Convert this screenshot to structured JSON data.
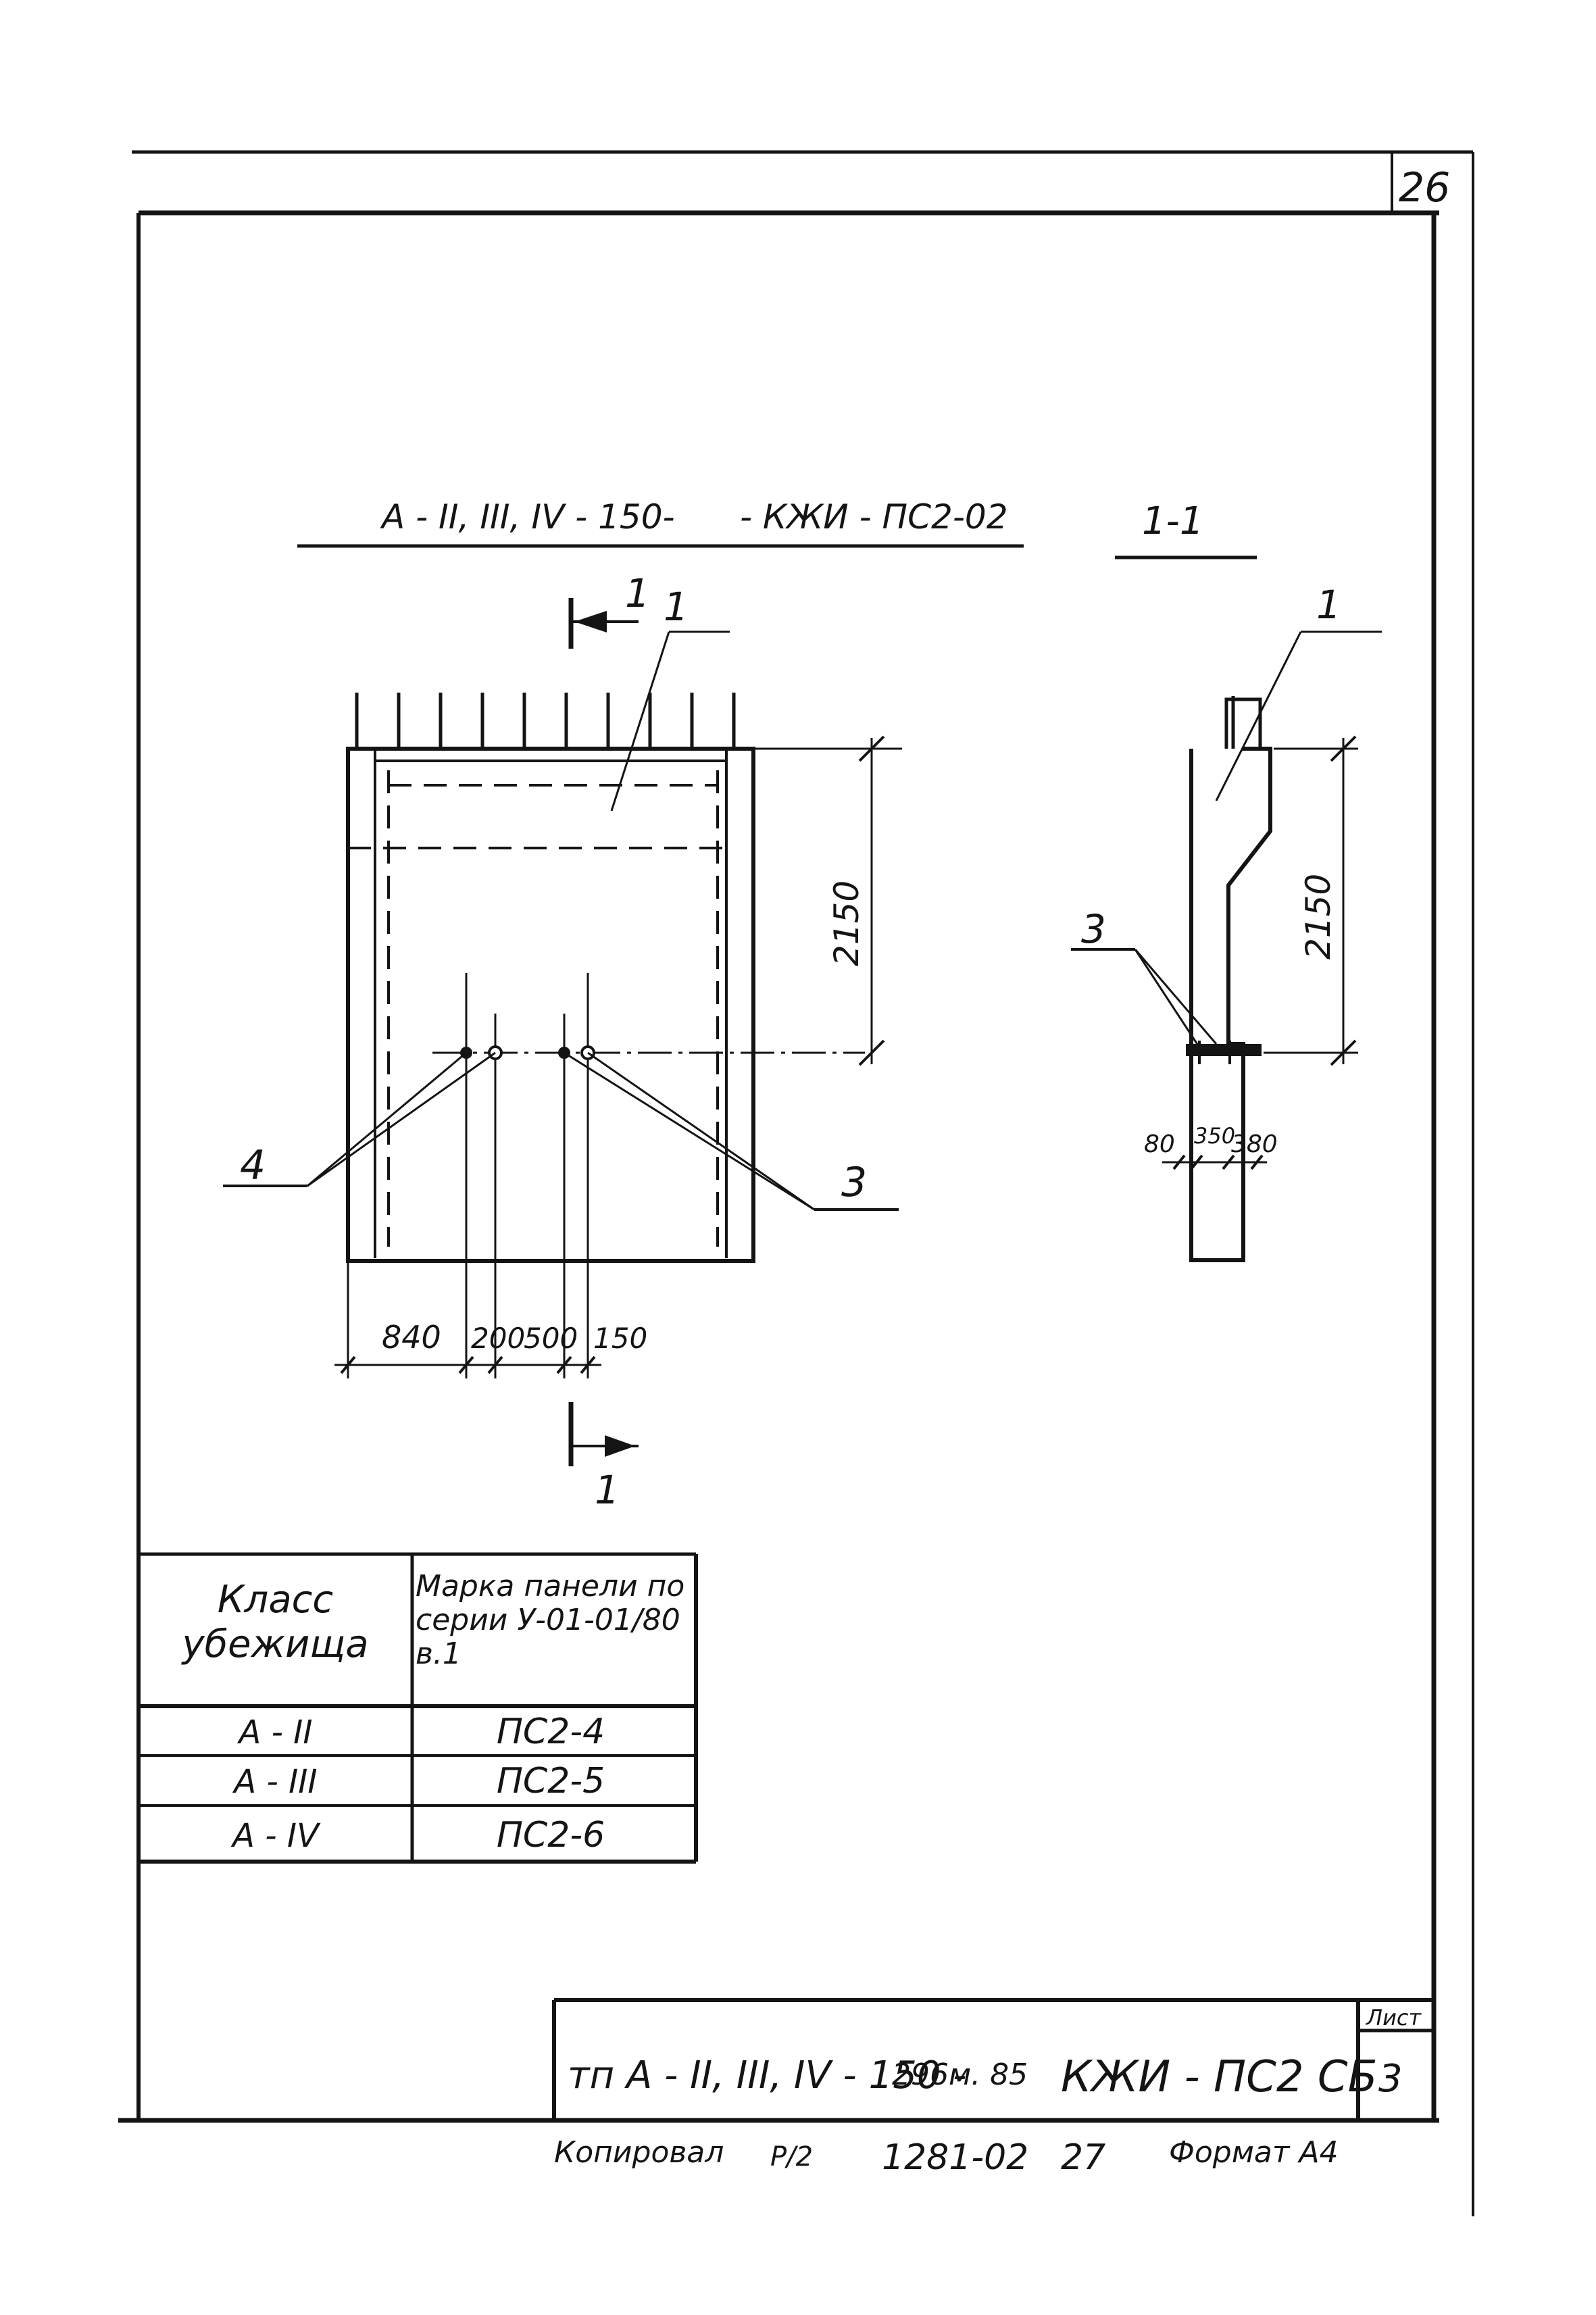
{
  "sheet": {
    "corner_number": "26",
    "sheet_label": "Лист",
    "sheet_number": "3"
  },
  "drawing": {
    "title_left": "А - II, III, IV - 150-",
    "title_right": "- КЖИ - ПС2-02",
    "section_title": "1-1",
    "section_mark_top": "1",
    "section_mark_bottom": "1",
    "leader_1": "1",
    "leader_1_section": "1",
    "leader_3": "3",
    "leader_3_section": "3",
    "leader_4": "4",
    "dim_height": "2150",
    "dim_height_section": "2150",
    "dims_bottom": [
      "840",
      "200",
      "500",
      "150"
    ],
    "dims_section": [
      "80",
      "350",
      "380"
    ]
  },
  "table": {
    "headers": [
      "Класс убежища",
      "Марка панели по серии У-01-01/80 в.1"
    ],
    "rows": [
      [
        "А - II",
        "ПС2-4"
      ],
      [
        "А - III",
        "ПС2-5"
      ],
      [
        "А - IV",
        "ПС2-6"
      ]
    ]
  },
  "title_block": {
    "designation_prefix": "тп А - II, III, IV - 150 -",
    "designation_code": "296м. 85",
    "designation_suffix": "КЖИ - ПС2 СБ"
  },
  "footer": {
    "copied": "Копировал",
    "copier_sign": "Р/2",
    "order": "1281-02",
    "page": "27",
    "format": "Формат А4"
  }
}
